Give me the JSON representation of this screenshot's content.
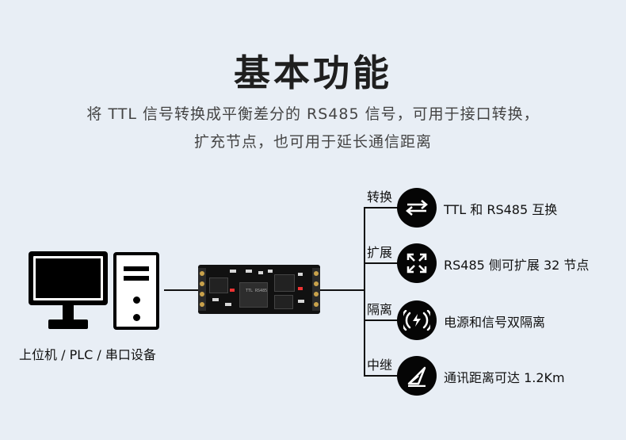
{
  "header": {
    "title": "基本功能",
    "subtitle_line1": "将 TTL 信号转换成平衡差分的 RS485 信号，可用于接口转换，",
    "subtitle_line2": "扩充节点，也可用于延长通信距离"
  },
  "device": {
    "label": "上位机 / PLC / 串口设备"
  },
  "board": {
    "chip_text": "TTL RS485"
  },
  "functions": [
    {
      "category": "转换",
      "icon": "swap-arrows-icon",
      "text": "TTL 和 RS485 互换"
    },
    {
      "category": "扩展",
      "icon": "expand-icon",
      "text": "RS485 侧可扩展 32 节点"
    },
    {
      "category": "隔离",
      "icon": "isolation-icon",
      "text": "电源和信号双隔离"
    },
    {
      "category": "中继",
      "icon": "relay-send-icon",
      "text": "通讯距离可达 1.2Km"
    }
  ],
  "colors": {
    "background": "#e8eef5",
    "icon_bg": "#050505",
    "text": "#1f1f1f"
  }
}
